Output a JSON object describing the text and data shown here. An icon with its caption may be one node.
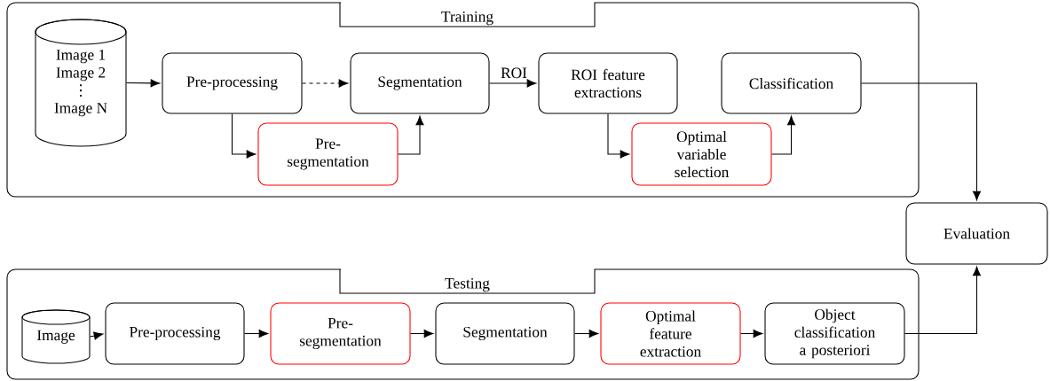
{
  "diagram": {
    "nodes": [
      {
        "text": [
          "Training"
        ]
      },
      {
        "text": [
          "Image 1",
          "Image 2",
          "⋮",
          "Image N"
        ],
        "in": 0
      },
      {
        "text": [
          "Pre-processing"
        ],
        "in": 0
      },
      {
        "text": [
          "Segmentation"
        ],
        "in": 0
      },
      {
        "text": [
          "ROI feature extractions"
        ],
        "in": 0
      },
      {
        "text": [
          "Classification"
        ],
        "in": 0
      },
      {
        "text": [
          "Pre- segmentation"
        ],
        "in": 0
      },
      {
        "text": [
          "Optimal variable selection"
        ],
        "in": 0
      },
      {
        "text": [
          "Evaluation"
        ]
      },
      {
        "text": [
          "Testing"
        ]
      },
      {
        "text": [
          "Image"
        ],
        "in": 9
      },
      {
        "text": [
          "Pre-processing"
        ],
        "in": 9
      },
      {
        "text": [
          "Pre- segmentation"
        ],
        "in": 9
      },
      {
        "text": [
          "Segmentation"
        ],
        "in": 9
      },
      {
        "text": [
          "Optimal feature extraction"
        ],
        "in": 9
      },
      {
        "text": [
          "Object classification a posteriori"
        ],
        "in": 9
      }
    ],
    "edges": [
      {
        "from": 1,
        "to": 2,
        "arrow": "to"
      },
      {
        "from": 2,
        "to": 3,
        "arrow": "to",
        "style": "dashed"
      },
      {
        "from": 3,
        "to": 4,
        "arrow": "to",
        "label": "ROI"
      },
      {
        "from": 2,
        "to": 6,
        "arrow": "to"
      },
      {
        "from": 6,
        "to": 3,
        "arrow": "to"
      },
      {
        "from": 4,
        "to": 7,
        "arrow": "to"
      },
      {
        "from": 7,
        "to": 5,
        "arrow": "to"
      },
      {
        "from": 5,
        "to": 8,
        "arrow": "to"
      },
      {
        "from": 10,
        "to": 11,
        "arrow": "to"
      },
      {
        "from": 11,
        "to": 12,
        "arrow": "to"
      },
      {
        "from": 12,
        "to": 13,
        "arrow": "to"
      },
      {
        "from": 13,
        "to": 14,
        "arrow": "to"
      },
      {
        "from": 14,
        "to": 15,
        "arrow": "to"
      },
      {
        "from": 15,
        "to": 8,
        "arrow": "to"
      }
    ]
  }
}
